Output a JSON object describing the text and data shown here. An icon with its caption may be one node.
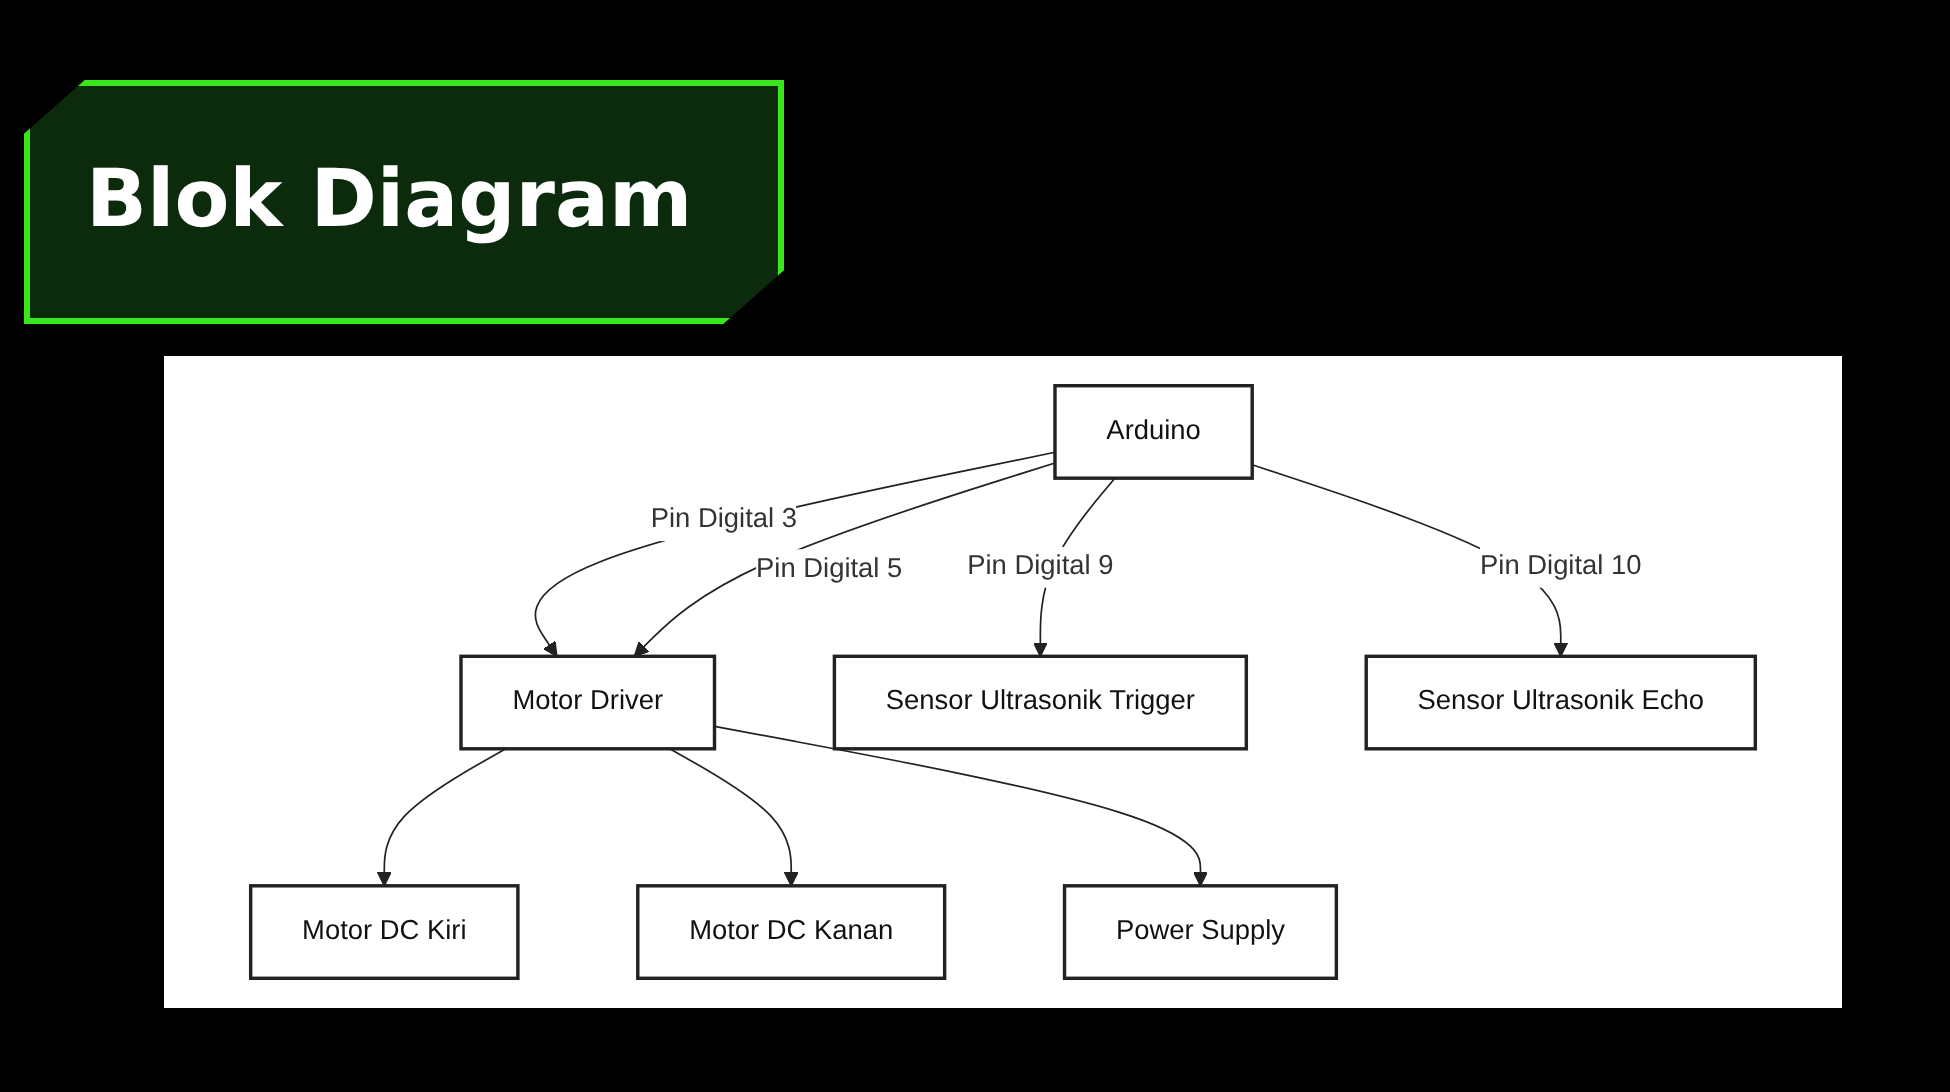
{
  "diagram": {
    "title": "Blok Diagram",
    "nodes": [
      {
        "text": [
          "Arduino"
        ]
      },
      {
        "text": [
          "Motor Driver"
        ]
      },
      {
        "text": [
          "Sensor Ultrasonik Trigger"
        ]
      },
      {
        "text": [
          "Sensor Ultrasonik Echo"
        ]
      },
      {
        "text": [
          "Motor DC Kiri"
        ]
      },
      {
        "text": [
          "Motor DC Kanan"
        ]
      },
      {
        "text": [
          "Power Supply"
        ]
      }
    ],
    "edges": [
      {
        "from": 0,
        "to": 1,
        "arrow": "to",
        "label": "Pin Digital 3"
      },
      {
        "from": 0,
        "to": 1,
        "arrow": "to",
        "label": "Pin Digital 5"
      },
      {
        "from": 0,
        "to": 2,
        "arrow": "to",
        "label": "Pin Digital 9"
      },
      {
        "from": 0,
        "to": 3,
        "arrow": "to",
        "label": "Pin Digital 10"
      },
      {
        "from": 1,
        "to": 4,
        "arrow": "to"
      },
      {
        "from": 1,
        "to": 5,
        "arrow": "to"
      },
      {
        "from": 1,
        "to": 6,
        "arrow": "to"
      }
    ]
  }
}
